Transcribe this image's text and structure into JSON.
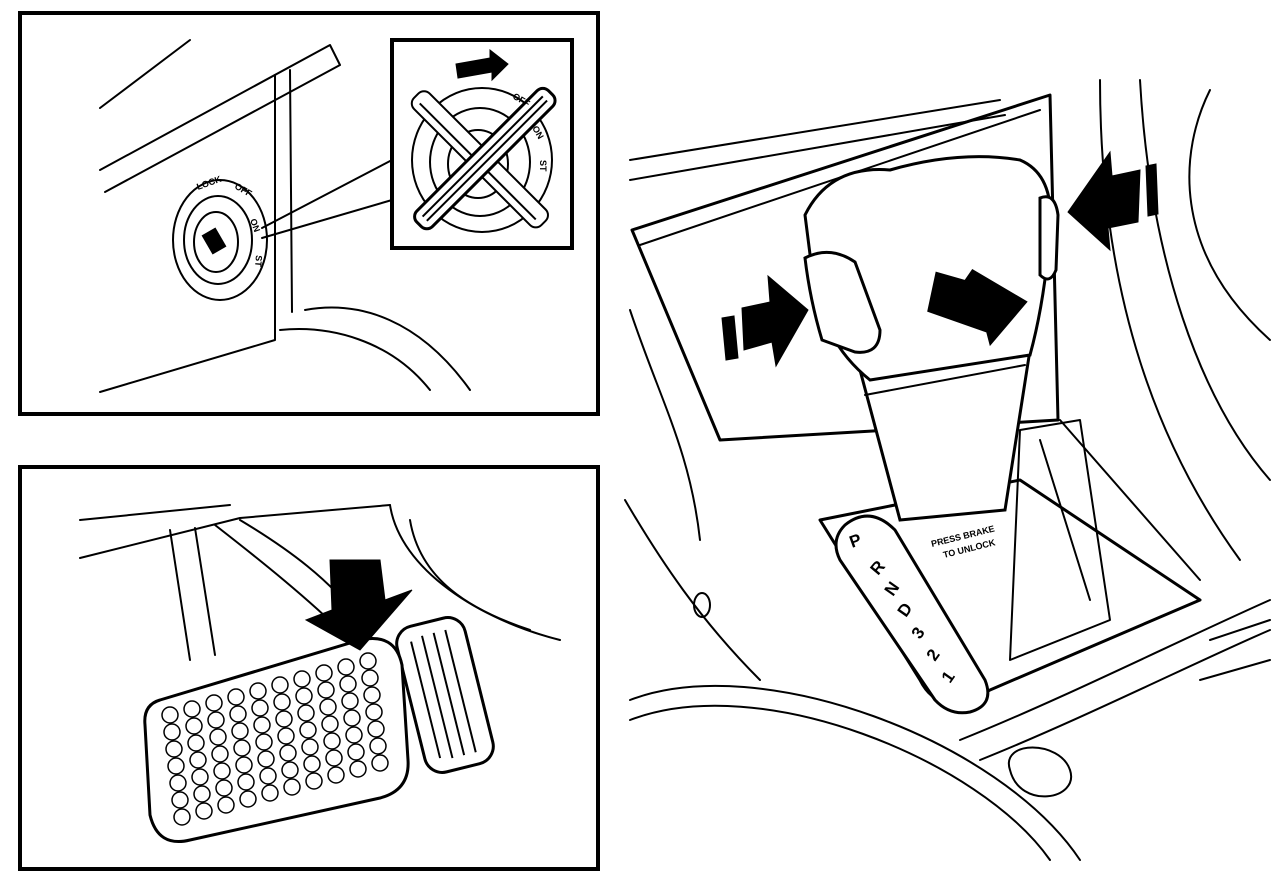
{
  "ignition": {
    "positions": [
      "LOCK",
      "OFF",
      "ON",
      "ST"
    ]
  },
  "shifter": {
    "gears": [
      "P",
      "R",
      "N",
      "D",
      "3",
      "2",
      "1"
    ],
    "notice_line1": "PRESS BRAKE",
    "notice_line2": "TO UNLOCK"
  },
  "colors": {
    "line": "#000000",
    "background": "#ffffff"
  }
}
